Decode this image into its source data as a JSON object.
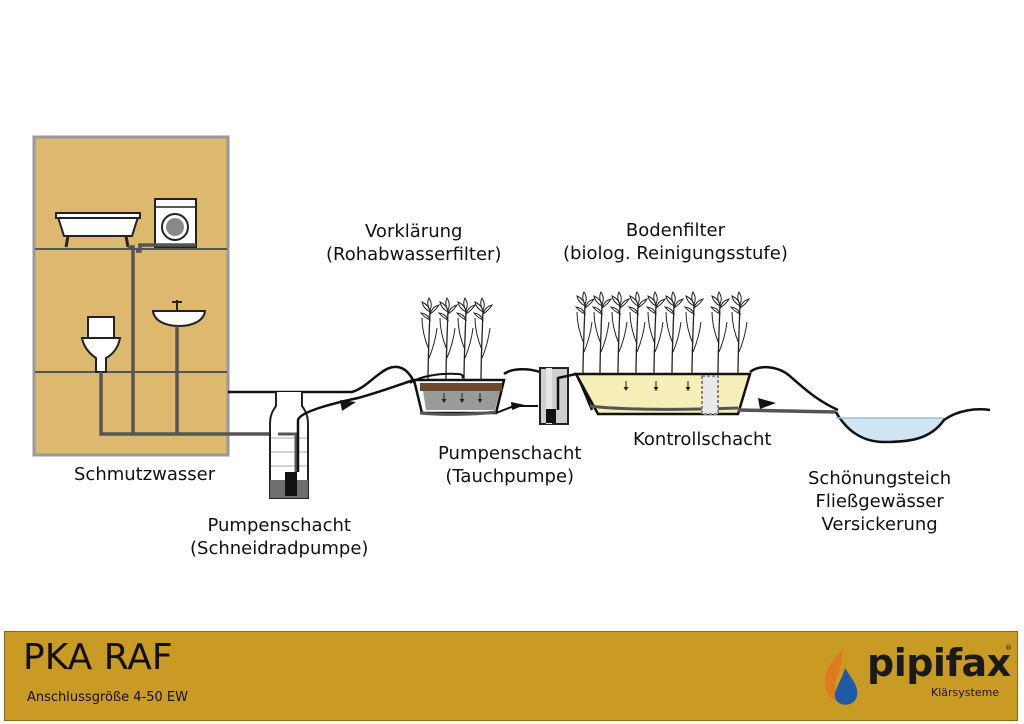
{
  "labels": {
    "schmutzwasser": "Schmutzwasser",
    "pumpenschacht_1": [
      "Pumpenschacht",
      "(Schneidradpumpe)"
    ],
    "vorklaerung": [
      "Vorklärung",
      "(Rohabwasserfilter)"
    ],
    "pumpenschacht_2": [
      "Pumpenschacht",
      "(Tauchpumpe)"
    ],
    "bodenfilter": [
      "Bodenfilter",
      "(biolog. Reinigungsstufe)"
    ],
    "kontrollschacht": "Kontrollschacht",
    "ablauf": [
      "Schönungsteich",
      "Fließgewässer",
      "Versickerung"
    ]
  },
  "footer": {
    "title": "PKA RAF",
    "subtitle": "Anschlussgröße 4-50 EW",
    "logo_name": "pipifax",
    "logo_tagline": "Klärsysteme",
    "registered_mark": "®"
  },
  "colors": {
    "house_fill": "#dcb96f",
    "house_border": "#999999",
    "pipe": "#555555",
    "sludge": "#6b4a2a",
    "filter_water": "#f6f0b8",
    "pond_water": "#cfe5f3",
    "footer_bg": "#c99a24",
    "logo_flame_orange": "#e07a1f",
    "logo_drop_blue": "#1f5aa6"
  },
  "icons": [
    "bathtub-icon",
    "washing-machine-icon",
    "toilet-icon",
    "washbasin-icon",
    "reed-plant-icon",
    "submersible-pump-icon",
    "cutting-pump-icon",
    "flow-arrow-icon",
    "pipifax-logo-icon"
  ]
}
